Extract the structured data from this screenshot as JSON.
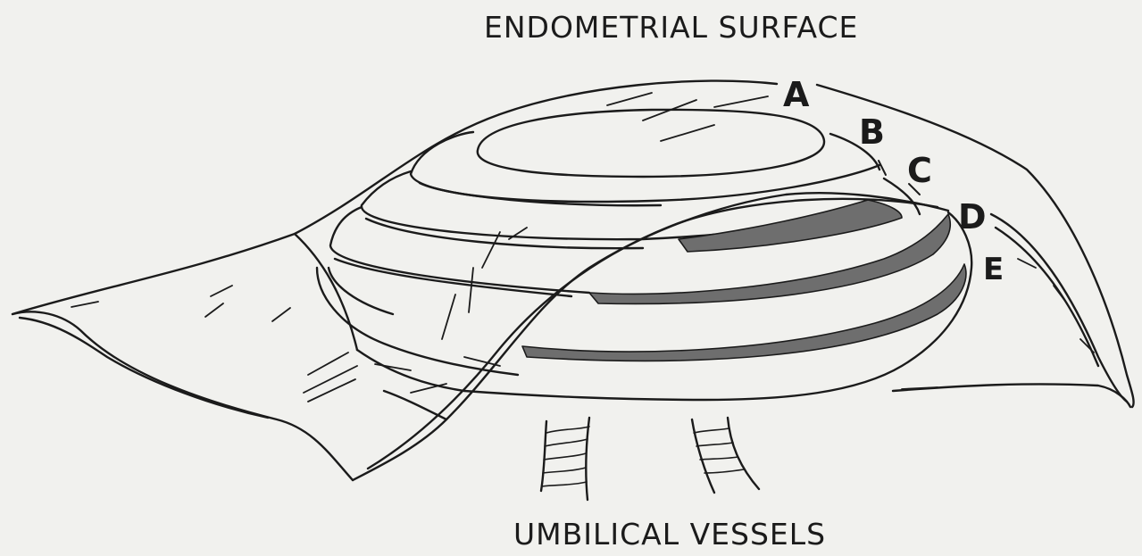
{
  "labels": {
    "top": "ENDOMETRIAL SURFACE",
    "bottom": "UMBILICAL VESSELS",
    "layers": [
      "A",
      "B",
      "C",
      "D",
      "E"
    ]
  },
  "colors": {
    "background": "#f1f1ee",
    "ink": "#1b1b1b",
    "band_fill": "#6e6e6e"
  }
}
